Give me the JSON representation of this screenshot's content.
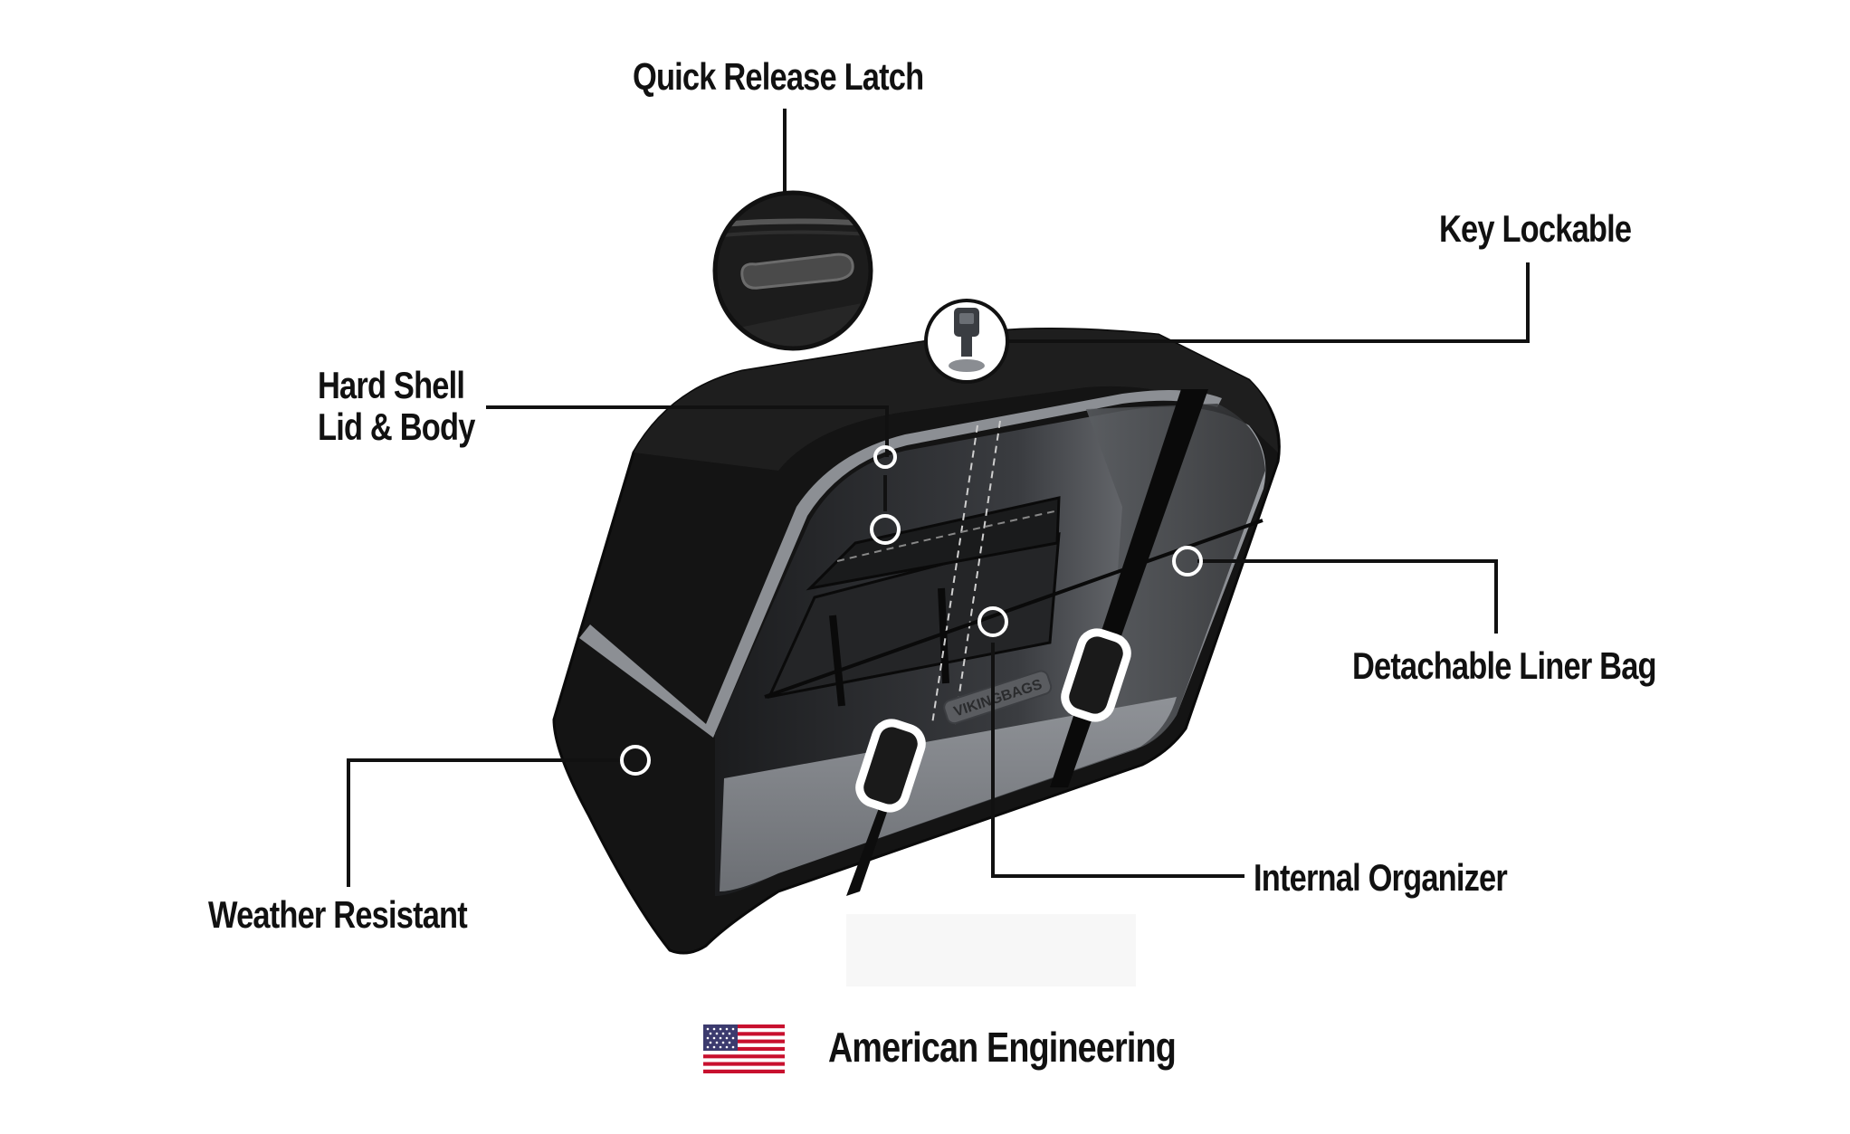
{
  "features": {
    "quick_release_latch": "Quick Release Latch",
    "key_lockable": "Key Lockable",
    "hard_shell_line1": "Hard Shell",
    "hard_shell_line2": "Lid & Body",
    "detachable_liner_bag": "Detachable Liner Bag",
    "weather_resistant": "Weather Resistant",
    "internal_organizer": "Internal Organizer"
  },
  "footer": {
    "origin_label": "American Engineering",
    "flag_icon": "us-flag-icon"
  },
  "product": {
    "brand_text": "VIKINGBAGS",
    "illustration": "saddlebag-icon"
  },
  "colors": {
    "bag_black": "#141414",
    "accent_gray": "#8c8f94",
    "line_color": "#111111",
    "callout_dot_stroke": "#ffffff"
  }
}
